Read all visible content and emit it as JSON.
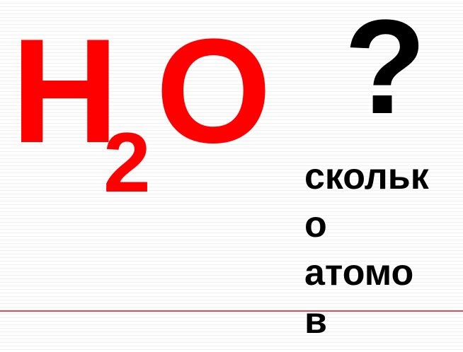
{
  "formula": {
    "element_1": "H",
    "subscript": "2",
    "element_2": "O"
  },
  "question_mark": "?",
  "question_lines": [
    "скольк",
    "о",
    "атомо",
    "в"
  ],
  "colors": {
    "formula": "#ff0000",
    "text": "#000000",
    "divider": "#e74c4c"
  }
}
